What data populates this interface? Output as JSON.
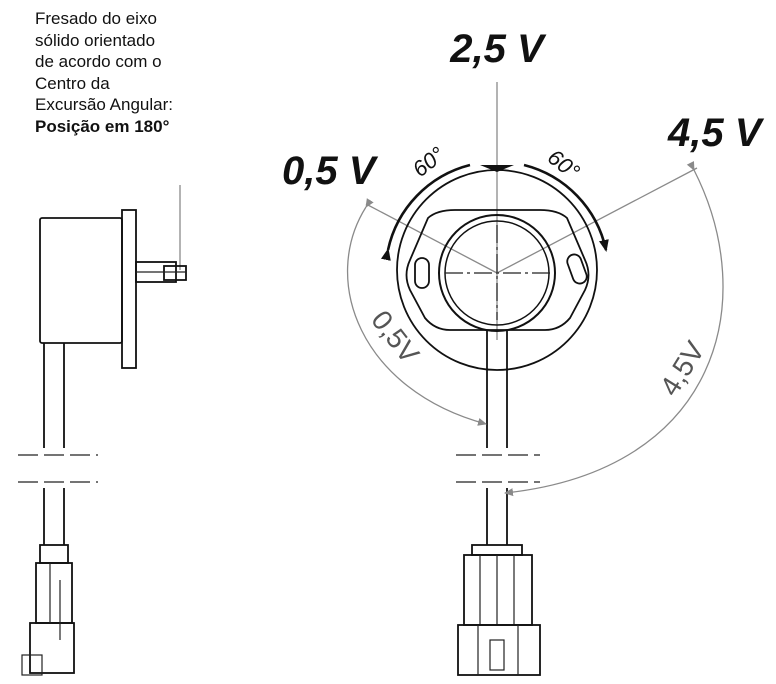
{
  "note": {
    "lines": [
      "Fresado do eixo",
      "sólido orientado",
      "de acordo com o",
      "Centro da",
      "Excursão Angular:"
    ],
    "bold_line": "Posição em 180°"
  },
  "voltage_labels": {
    "top": "2,5 V",
    "left": "0,5 V",
    "right": "4,5 V"
  },
  "angle_labels": {
    "left": "60°",
    "right": "60°"
  },
  "dimension_labels": {
    "left": "0,5V",
    "right": "4,5V"
  }
}
